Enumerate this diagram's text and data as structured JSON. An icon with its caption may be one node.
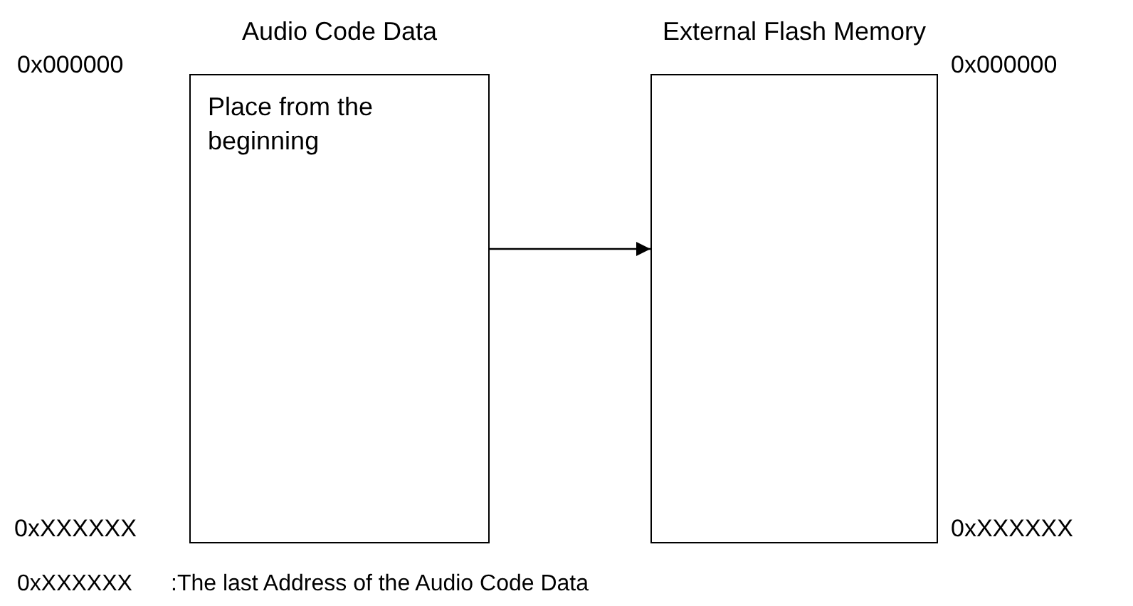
{
  "diagram": {
    "nodes": [
      {
        "text": [
          "Audio Code Data",
          "Place from the beginning"
        ],
        "beside": [
          "0x000000",
          "0xXXXXXX"
        ]
      },
      {
        "text": [
          "External Flash Memory"
        ],
        "beside": [
          "0x000000",
          "0xXXXXXX"
        ]
      }
    ],
    "edges": [
      {
        "from": 0,
        "to": 1,
        "arrow": "to"
      }
    ],
    "labels": [
      "0xXXXXXX",
      ":The last Address of the Audio Code Data"
    ]
  }
}
